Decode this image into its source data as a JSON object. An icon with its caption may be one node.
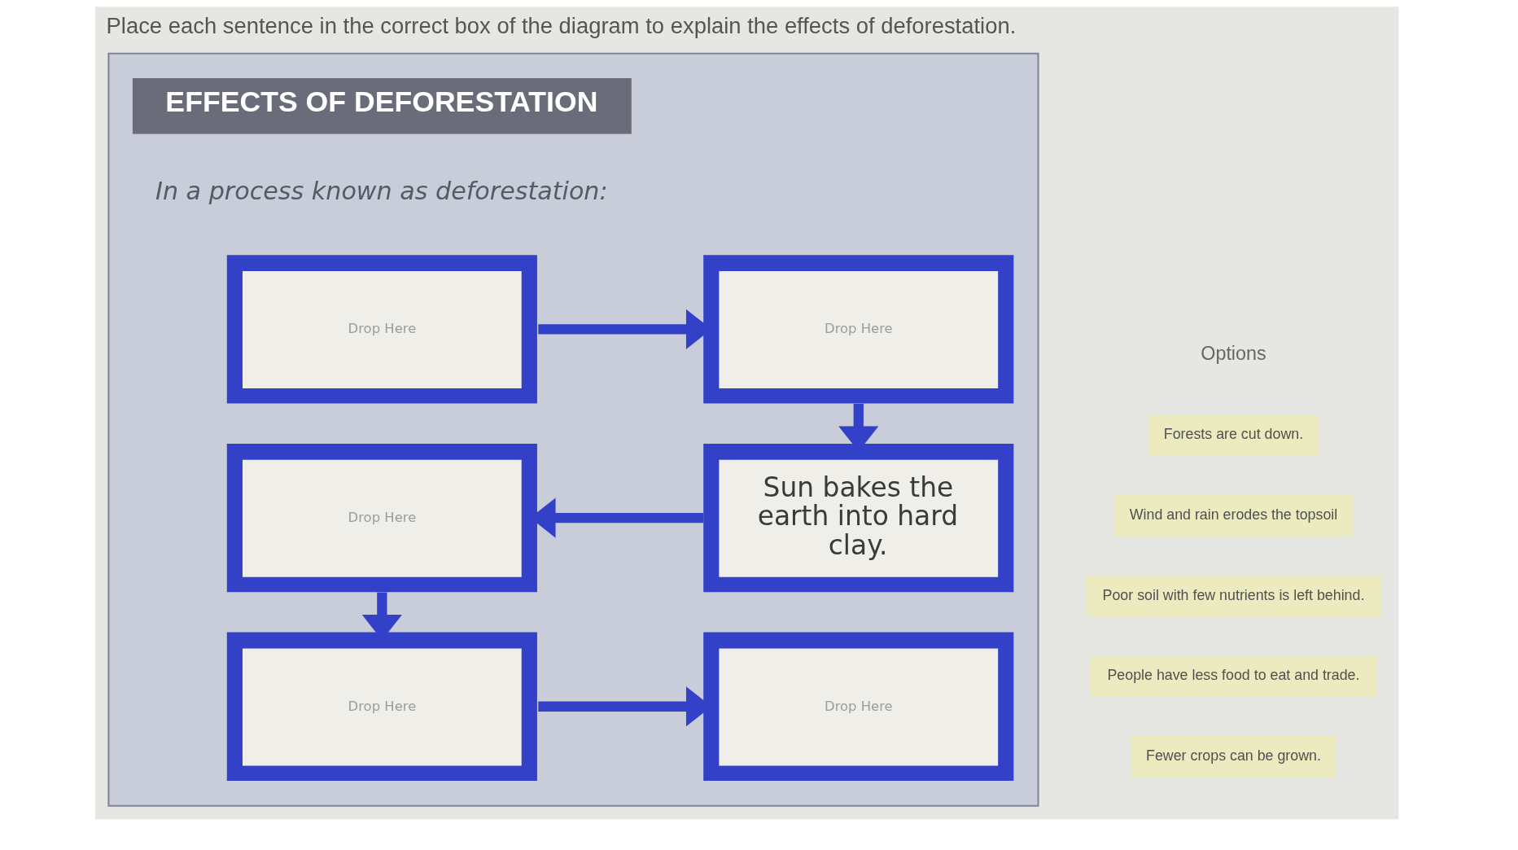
{
  "diagram": {
    "title": "Place each sentence in the correct box of the diagram to explain the effects of deforestation.",
    "nodes": [
      {
        "text": [],
        "shape": "box"
      },
      {
        "text": [
          "EFFECTS OF DEFORESTATION"
        ],
        "in": 0
      },
      {
        "text": [
          "Drop Here"
        ],
        "in": 0
      },
      {
        "text": [
          "Drop Here"
        ],
        "in": 0
      },
      {
        "text": [
          "Drop Here"
        ],
        "in": 0
      },
      {
        "text": [
          "Sun bakes the earth into hard clay."
        ],
        "in": 0
      },
      {
        "text": [
          "Drop Here"
        ],
        "in": 0
      },
      {
        "text": [
          "Drop Here"
        ],
        "in": 0
      },
      {
        "text": [
          "Forests are cut down."
        ]
      },
      {
        "text": [
          "Wind and rain erodes the topsoil"
        ]
      },
      {
        "text": [
          "Poor soil with few nutrients is left behind."
        ]
      },
      {
        "text": [
          "People have less food to eat and trade."
        ]
      },
      {
        "text": [
          "Fewer crops can be grown."
        ]
      }
    ],
    "edges": [
      {
        "from": 2,
        "to": 3,
        "arrow": "to"
      },
      {
        "from": 3,
        "to": 5,
        "arrow": "to"
      },
      {
        "from": 5,
        "to": 4,
        "arrow": "to"
      },
      {
        "from": 4,
        "to": 6,
        "arrow": "to"
      },
      {
        "from": 6,
        "to": 7,
        "arrow": "to"
      }
    ],
    "labels": [
      "In a process known as deforestation:",
      "Options"
    ]
  }
}
